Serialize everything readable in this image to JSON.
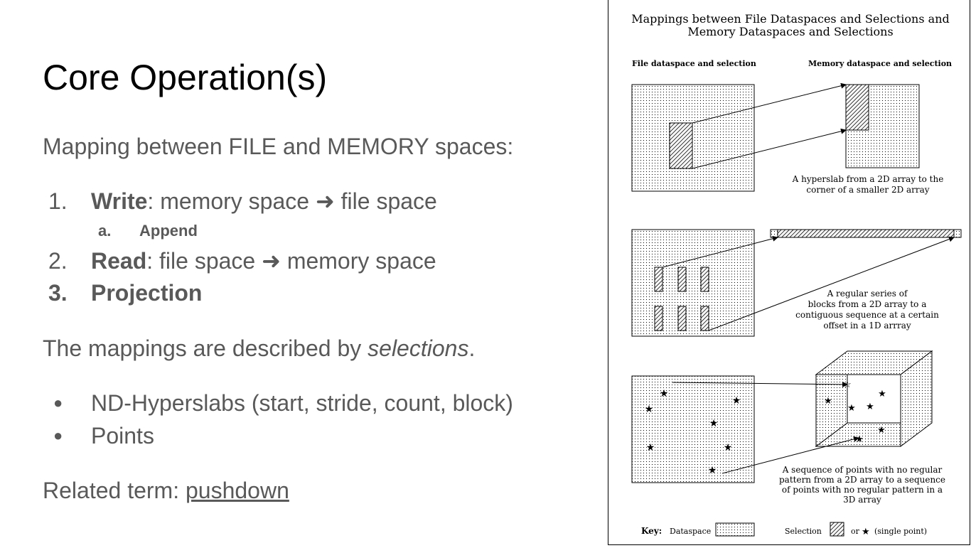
{
  "slide": {
    "title": "Core Operation(s)",
    "intro": "Mapping between FILE and MEMORY spaces:",
    "operations": [
      {
        "number": "1.",
        "bold": "Write",
        "rest": ": memory space ➜ file space"
      },
      {
        "number": "2.",
        "bold": "Read",
        "rest": ": file space ➜ memory space"
      },
      {
        "number": "3.",
        "bold": "Projection",
        "rest": ""
      }
    ],
    "sub_operation": {
      "number": "a.",
      "label": "Append"
    },
    "selections_prefix": "The mappings are described by ",
    "selections_italic": "selections",
    "selections_suffix": ".",
    "bullets": [
      {
        "dot": "●",
        "text": "ND-Hyperslabs (start, stride, count, block)"
      },
      {
        "dot": "●",
        "text": "Points"
      }
    ],
    "related_prefix": "Related term: ",
    "related_link": "pushdown"
  },
  "figure": {
    "title_line1": "Mappings between File Dataspaces and Selections and",
    "title_line2": "Memory Dataspaces and Selections",
    "col_left": "File dataspace and selection",
    "col_right": "Memory dataspace and selection",
    "caption1": [
      "A hyperslab from a 2D array to the",
      "corner of a smaller 2D array"
    ],
    "caption2": [
      "A regular series of",
      "blocks from a 2D array to a",
      "contiguous sequence at a certain",
      "offset in a 1D arrray"
    ],
    "caption3": [
      "A sequence of points with no regular",
      "pattern from a 2D array to a sequence",
      "of points with no regular pattern in a",
      "3D array"
    ],
    "key_label": "Key:",
    "key_dataspace": "Dataspace",
    "key_selection": "Selection",
    "key_or": "or",
    "key_point": "★",
    "key_single": "(single point)"
  }
}
